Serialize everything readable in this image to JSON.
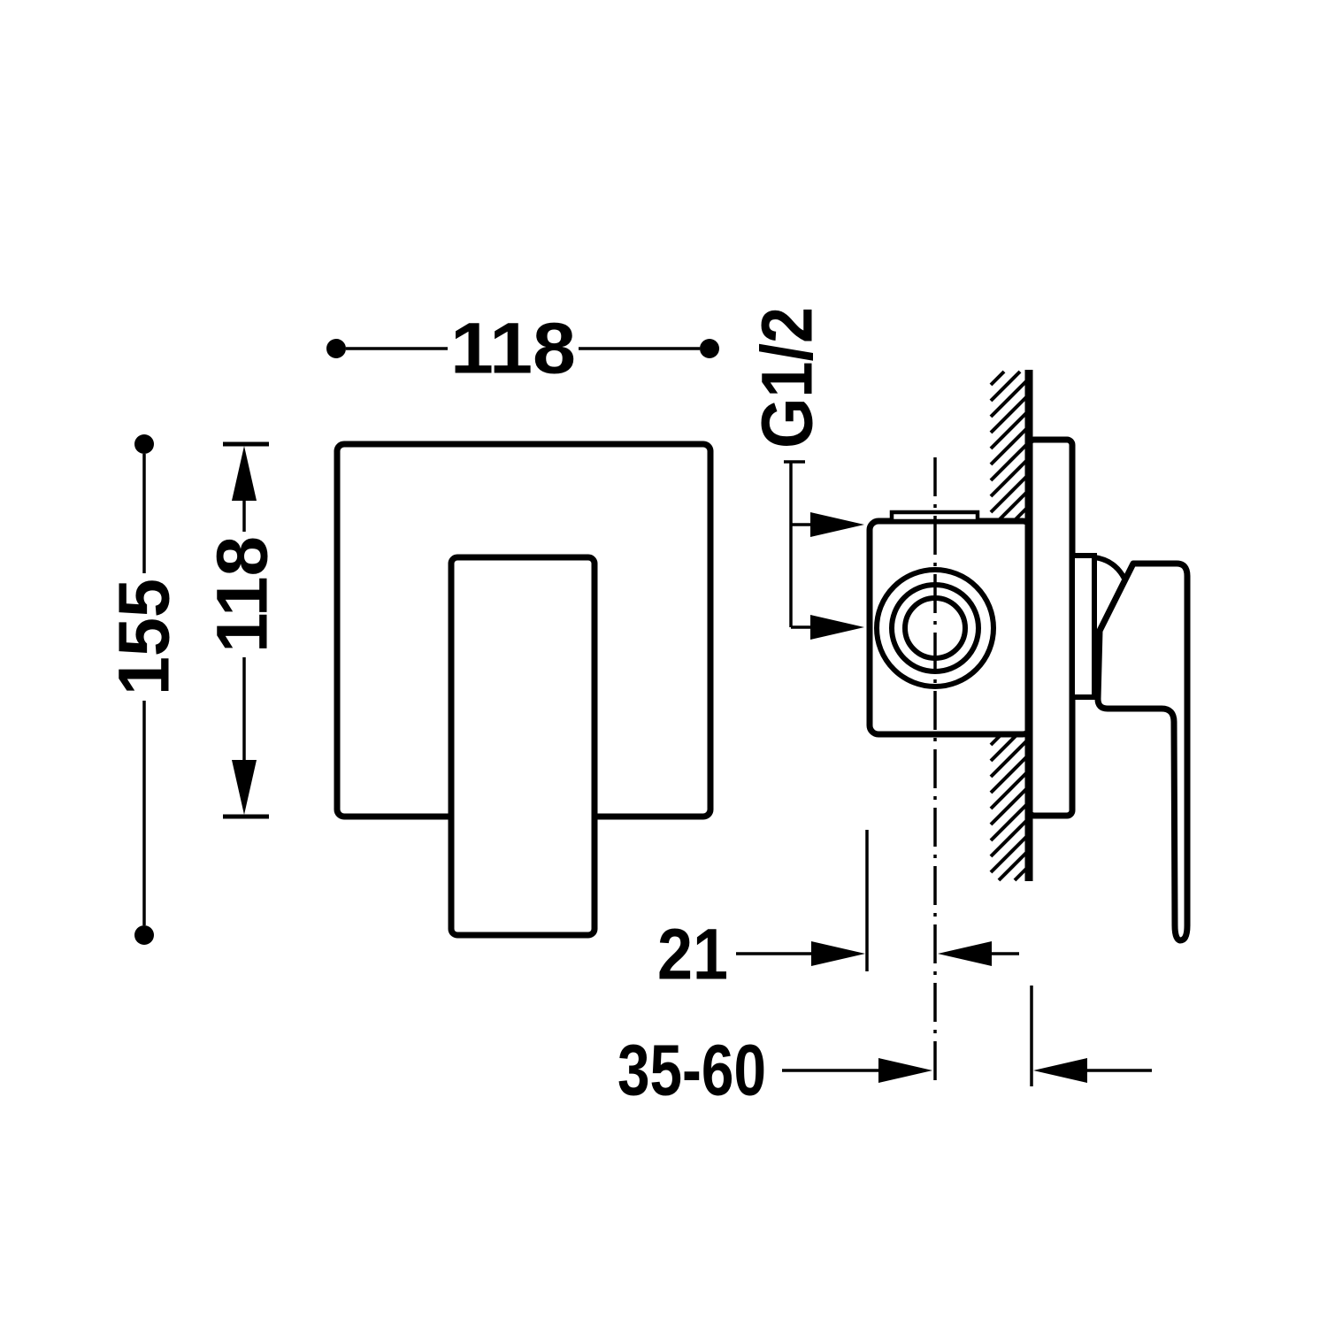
{
  "drawing": {
    "background_color": "#ffffff",
    "line_color": "#000000"
  },
  "dimensions": {
    "front_width": "118",
    "front_plate_height": "118",
    "front_total_height": "155",
    "thread_size": "G1/2",
    "axis_to_face": "21",
    "installation_depth_range": "35-60"
  }
}
